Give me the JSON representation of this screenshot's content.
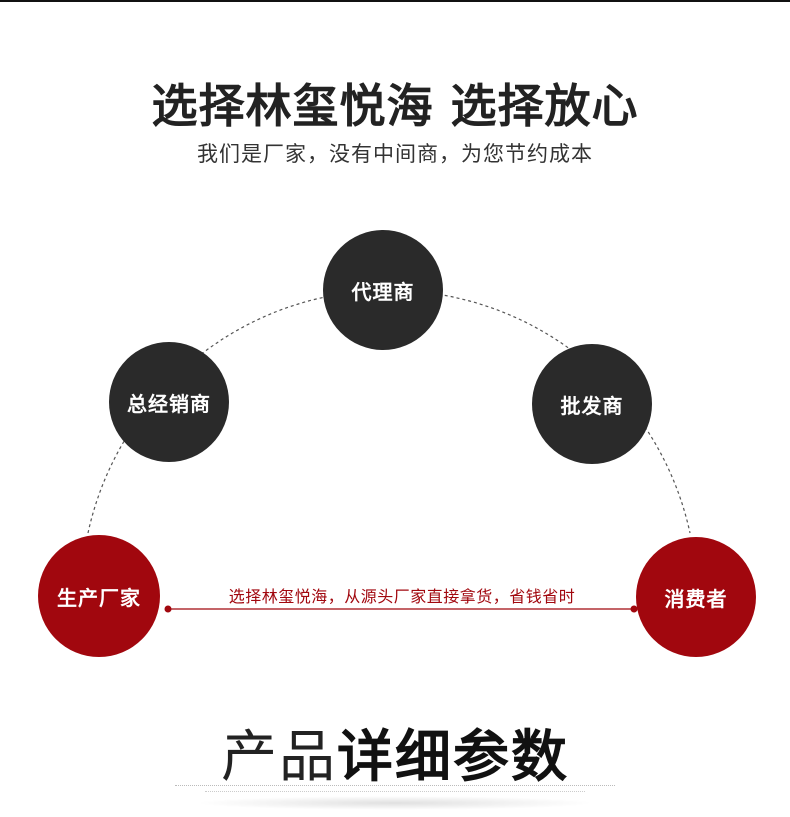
{
  "header": {
    "title": "选择林玺悦海 选择放心",
    "subtitle": "我们是厂家，没有中间商，为您节约成本"
  },
  "diagram": {
    "nodes": {
      "agent": "代理商",
      "general_distributor": "总经销商",
      "wholesaler": "批发商",
      "manufacturer": "生产厂家",
      "consumer": "消费者"
    },
    "direct_line_text": "选择林玺悦海，从源头厂家直接拿货，省钱省时",
    "colors": {
      "dark": "#2a2a2a",
      "red": "#a1070e"
    }
  },
  "section": {
    "title_light": "产品",
    "title_bold": "详细参数"
  }
}
